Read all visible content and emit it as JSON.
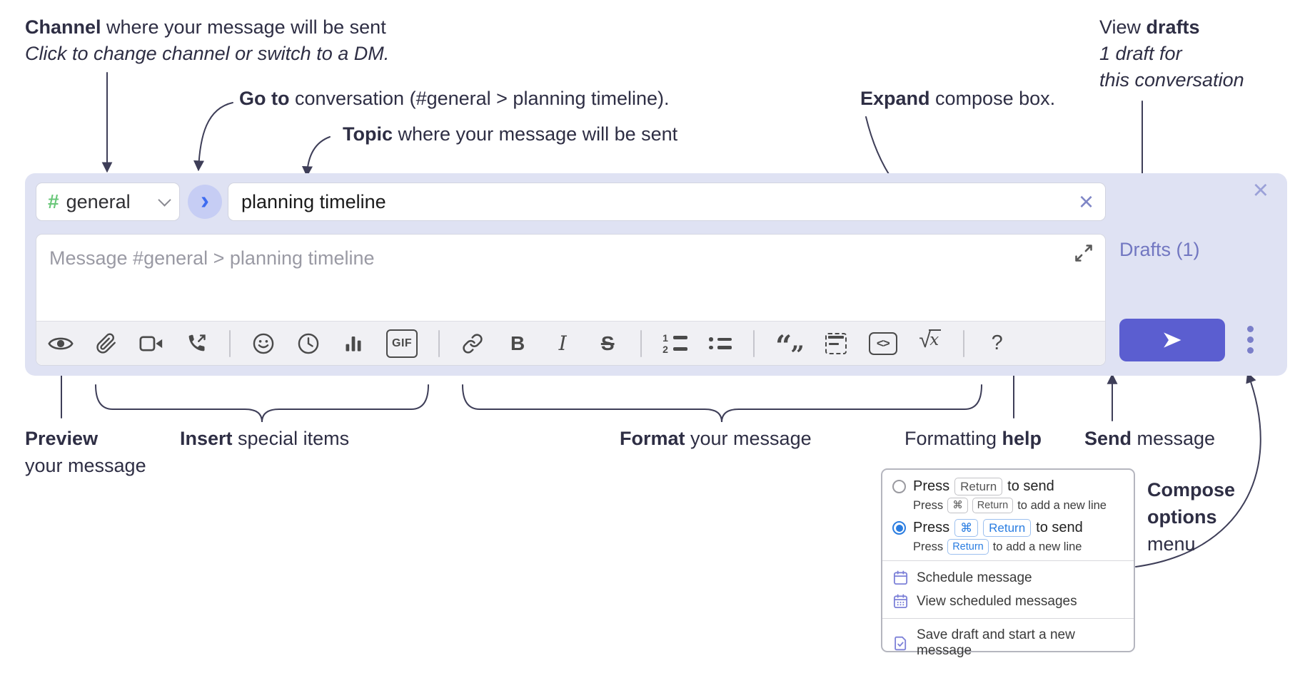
{
  "colors": {
    "compose_bg": "#dfe2f3",
    "send_button": "#5b5ed0",
    "purple_link": "#7277c1",
    "hash_green": "#69c779",
    "goto_blue": "#3e6cf0",
    "radio_selected": "#2a7de1",
    "annotation_ink": "#2e2e44"
  },
  "annotations": {
    "channel_bold": "Channel",
    "channel_rest": " where your message will be sent",
    "channel_sub": "Click to change channel or switch to a DM.",
    "goto_bold": "Go to",
    "goto_rest": " conversation (#general > planning timeline).",
    "topic_bold": "Topic",
    "topic_rest": " where your message will be sent",
    "expand_bold": "Expand",
    "expand_rest": " compose box.",
    "drafts_pre": "View ",
    "drafts_bold": "drafts",
    "drafts_line2": "1 draft for",
    "drafts_line3": "this conversation",
    "preview_bold": "Preview",
    "preview_line2": "your message",
    "insert_bold": "Insert",
    "insert_rest": " special items",
    "format_bold": "Format",
    "format_rest": " your message",
    "help_pre": "Formatting ",
    "help_bold": "help",
    "send_bold": "Send",
    "send_rest": " message",
    "compose_opts_line1": "Compose",
    "compose_opts_line2": "options",
    "compose_opts_line3": "menu"
  },
  "compose": {
    "channel_hash": "#",
    "channel_name": "general",
    "goto_chevron": "›",
    "topic_value": "planning timeline",
    "topic_clear_x": "×",
    "close_x": "×",
    "message_placeholder": "Message #general > planning timeline",
    "drafts_link": "Drafts (1)"
  },
  "toolbar": {
    "gif_label": "GIF",
    "bold_label": "B",
    "italic_label": "I",
    "strike_label": "S",
    "ol_1": "1",
    "ol_2": "2",
    "quote_open": "“",
    "quote_close": "”",
    "code_label": "<>",
    "math_radical": "√",
    "math_var": "x",
    "help_label": "?"
  },
  "icons": {
    "preview-icon": "eye",
    "attach-icon": "paperclip",
    "video-call-icon": "video-camera",
    "voice-call-icon": "phone-outgoing",
    "emoji-icon": "smiley-face",
    "time-icon": "clock",
    "poll-icon": "bar-chart",
    "expand-icon": "diagonal-resize-arrows",
    "send-icon": "paper-plane-right",
    "options-icon": "vertical-ellipsis-dots",
    "schedule-icon": "calendar",
    "scheduled-list-icon": "calendar-grid",
    "save-draft-icon": "document-check"
  },
  "options_menu": {
    "opt1": {
      "prefix": "Press",
      "key": "Return",
      "suffix": "to send",
      "sub_prefix": "Press",
      "sub_key1": "⌘",
      "sub_key2": "Return",
      "sub_suffix": "to add a new line"
    },
    "opt2": {
      "prefix": "Press",
      "key1": "⌘",
      "key2": "Return",
      "suffix": "to send",
      "sub_prefix": "Press",
      "sub_key": "Return",
      "sub_suffix": "to add a new line"
    },
    "item_schedule": "Schedule message",
    "item_view_scheduled": "View scheduled messages",
    "item_save_draft": "Save draft and start a new message"
  }
}
